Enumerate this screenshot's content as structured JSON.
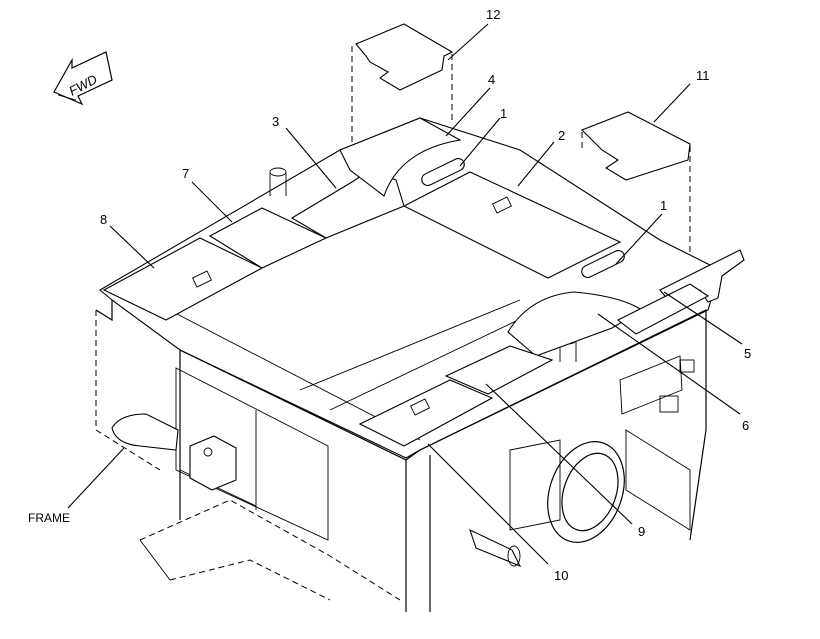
{
  "fwd_label": "FWD",
  "frame_label": "FRAME",
  "callouts": {
    "c1a": "1",
    "c1b": "1",
    "c2": "2",
    "c3": "3",
    "c4": "4",
    "c5": "5",
    "c6": "6",
    "c7": "7",
    "c8": "8",
    "c9": "9",
    "c10": "10",
    "c11": "11",
    "c12": "12"
  }
}
